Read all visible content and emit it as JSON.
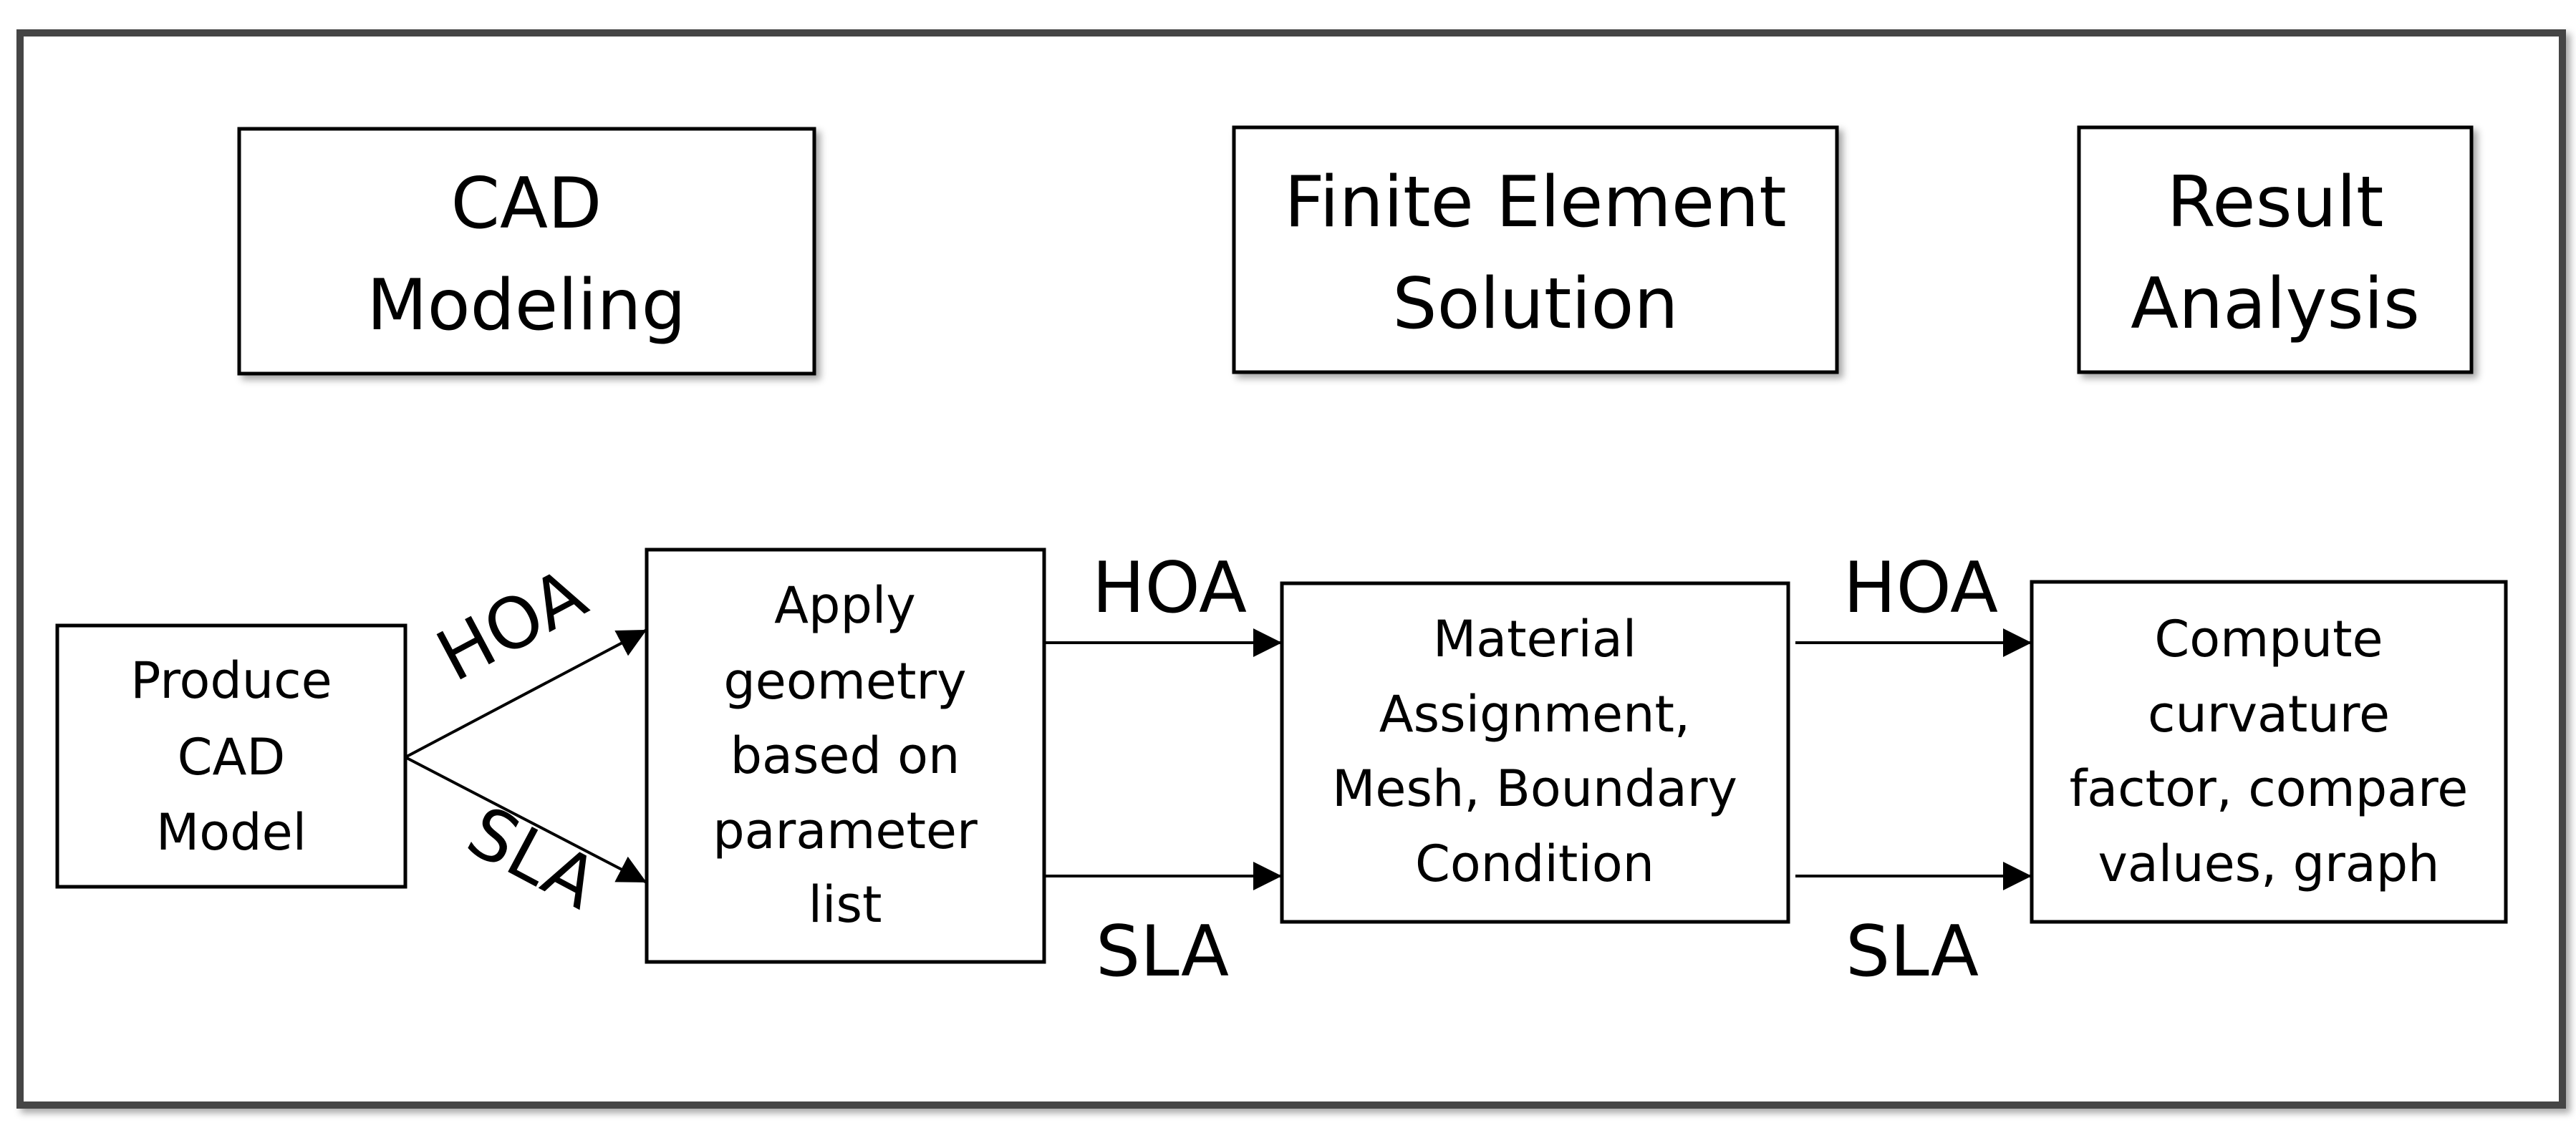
{
  "stages": [
    {
      "line1": "CAD",
      "line2": "Modeling"
    },
    {
      "line1": "Finite Element",
      "line2": "Solution"
    },
    {
      "line1": "Result",
      "line2": "Analysis"
    }
  ],
  "steps": [
    {
      "lines": [
        "Produce",
        "CAD",
        "Model"
      ]
    },
    {
      "lines": [
        "Apply",
        "geometry",
        "based on",
        "parameter",
        "list"
      ]
    },
    {
      "lines": [
        "Material",
        "Assignment,",
        "Mesh, Boundary",
        "Condition"
      ]
    },
    {
      "lines": [
        "Compute",
        "curvature",
        "factor, compare",
        "values, graph"
      ]
    }
  ],
  "branch_labels": {
    "hoa": "HOA",
    "sla": "SLA"
  }
}
